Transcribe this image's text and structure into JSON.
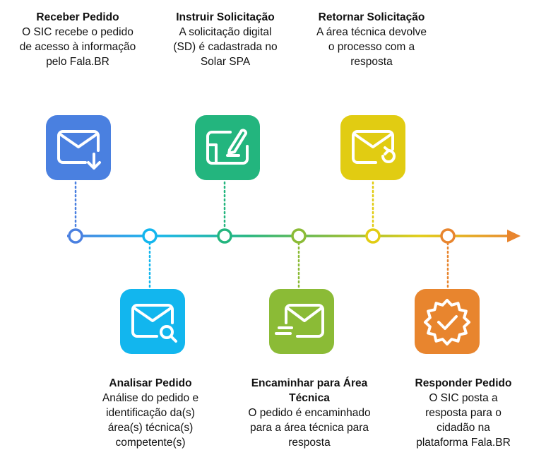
{
  "steps": [
    {
      "title": "Receber Pedido",
      "desc_lines": [
        "O SIC recebe o pedido",
        "de acesso à informação",
        "pelo Fala.BR"
      ],
      "color": "#4A80E0",
      "icon": "mail-download-icon"
    },
    {
      "title": "Analisar Pedido",
      "desc_lines": [
        "Análise do pedido e",
        "identificação da(s)",
        "área(s) técnica(s)",
        "competente(s)"
      ],
      "color": "#12B6EE",
      "icon": "mail-search-icon"
    },
    {
      "title": "Instruir Solicitação",
      "desc_lines": [
        "A solicitação digital",
        "(SD) é cadastrada no",
        "Solar SPA"
      ],
      "color": "#23B57E",
      "icon": "mail-edit-icon"
    },
    {
      "title": "Encaminhar para Área Técnica",
      "title_lines": [
        "Encaminhar para Área",
        "Técnica"
      ],
      "desc_lines": [
        "O pedido é encaminhado",
        "para a área técnica para",
        "resposta"
      ],
      "color": "#8BBB36",
      "icon": "mail-send-icon"
    },
    {
      "title": "Retornar Solicitação",
      "desc_lines": [
        "A área técnica devolve",
        "o processo com a",
        "resposta"
      ],
      "color": "#E1CC12",
      "icon": "mail-return-icon"
    },
    {
      "title": "Responder Pedido",
      "desc_lines": [
        "O SIC posta a",
        "resposta para o",
        "cidadão na",
        "plataforma Fala.BR"
      ],
      "color": "#E8852E",
      "icon": "badge-check-icon"
    }
  ]
}
